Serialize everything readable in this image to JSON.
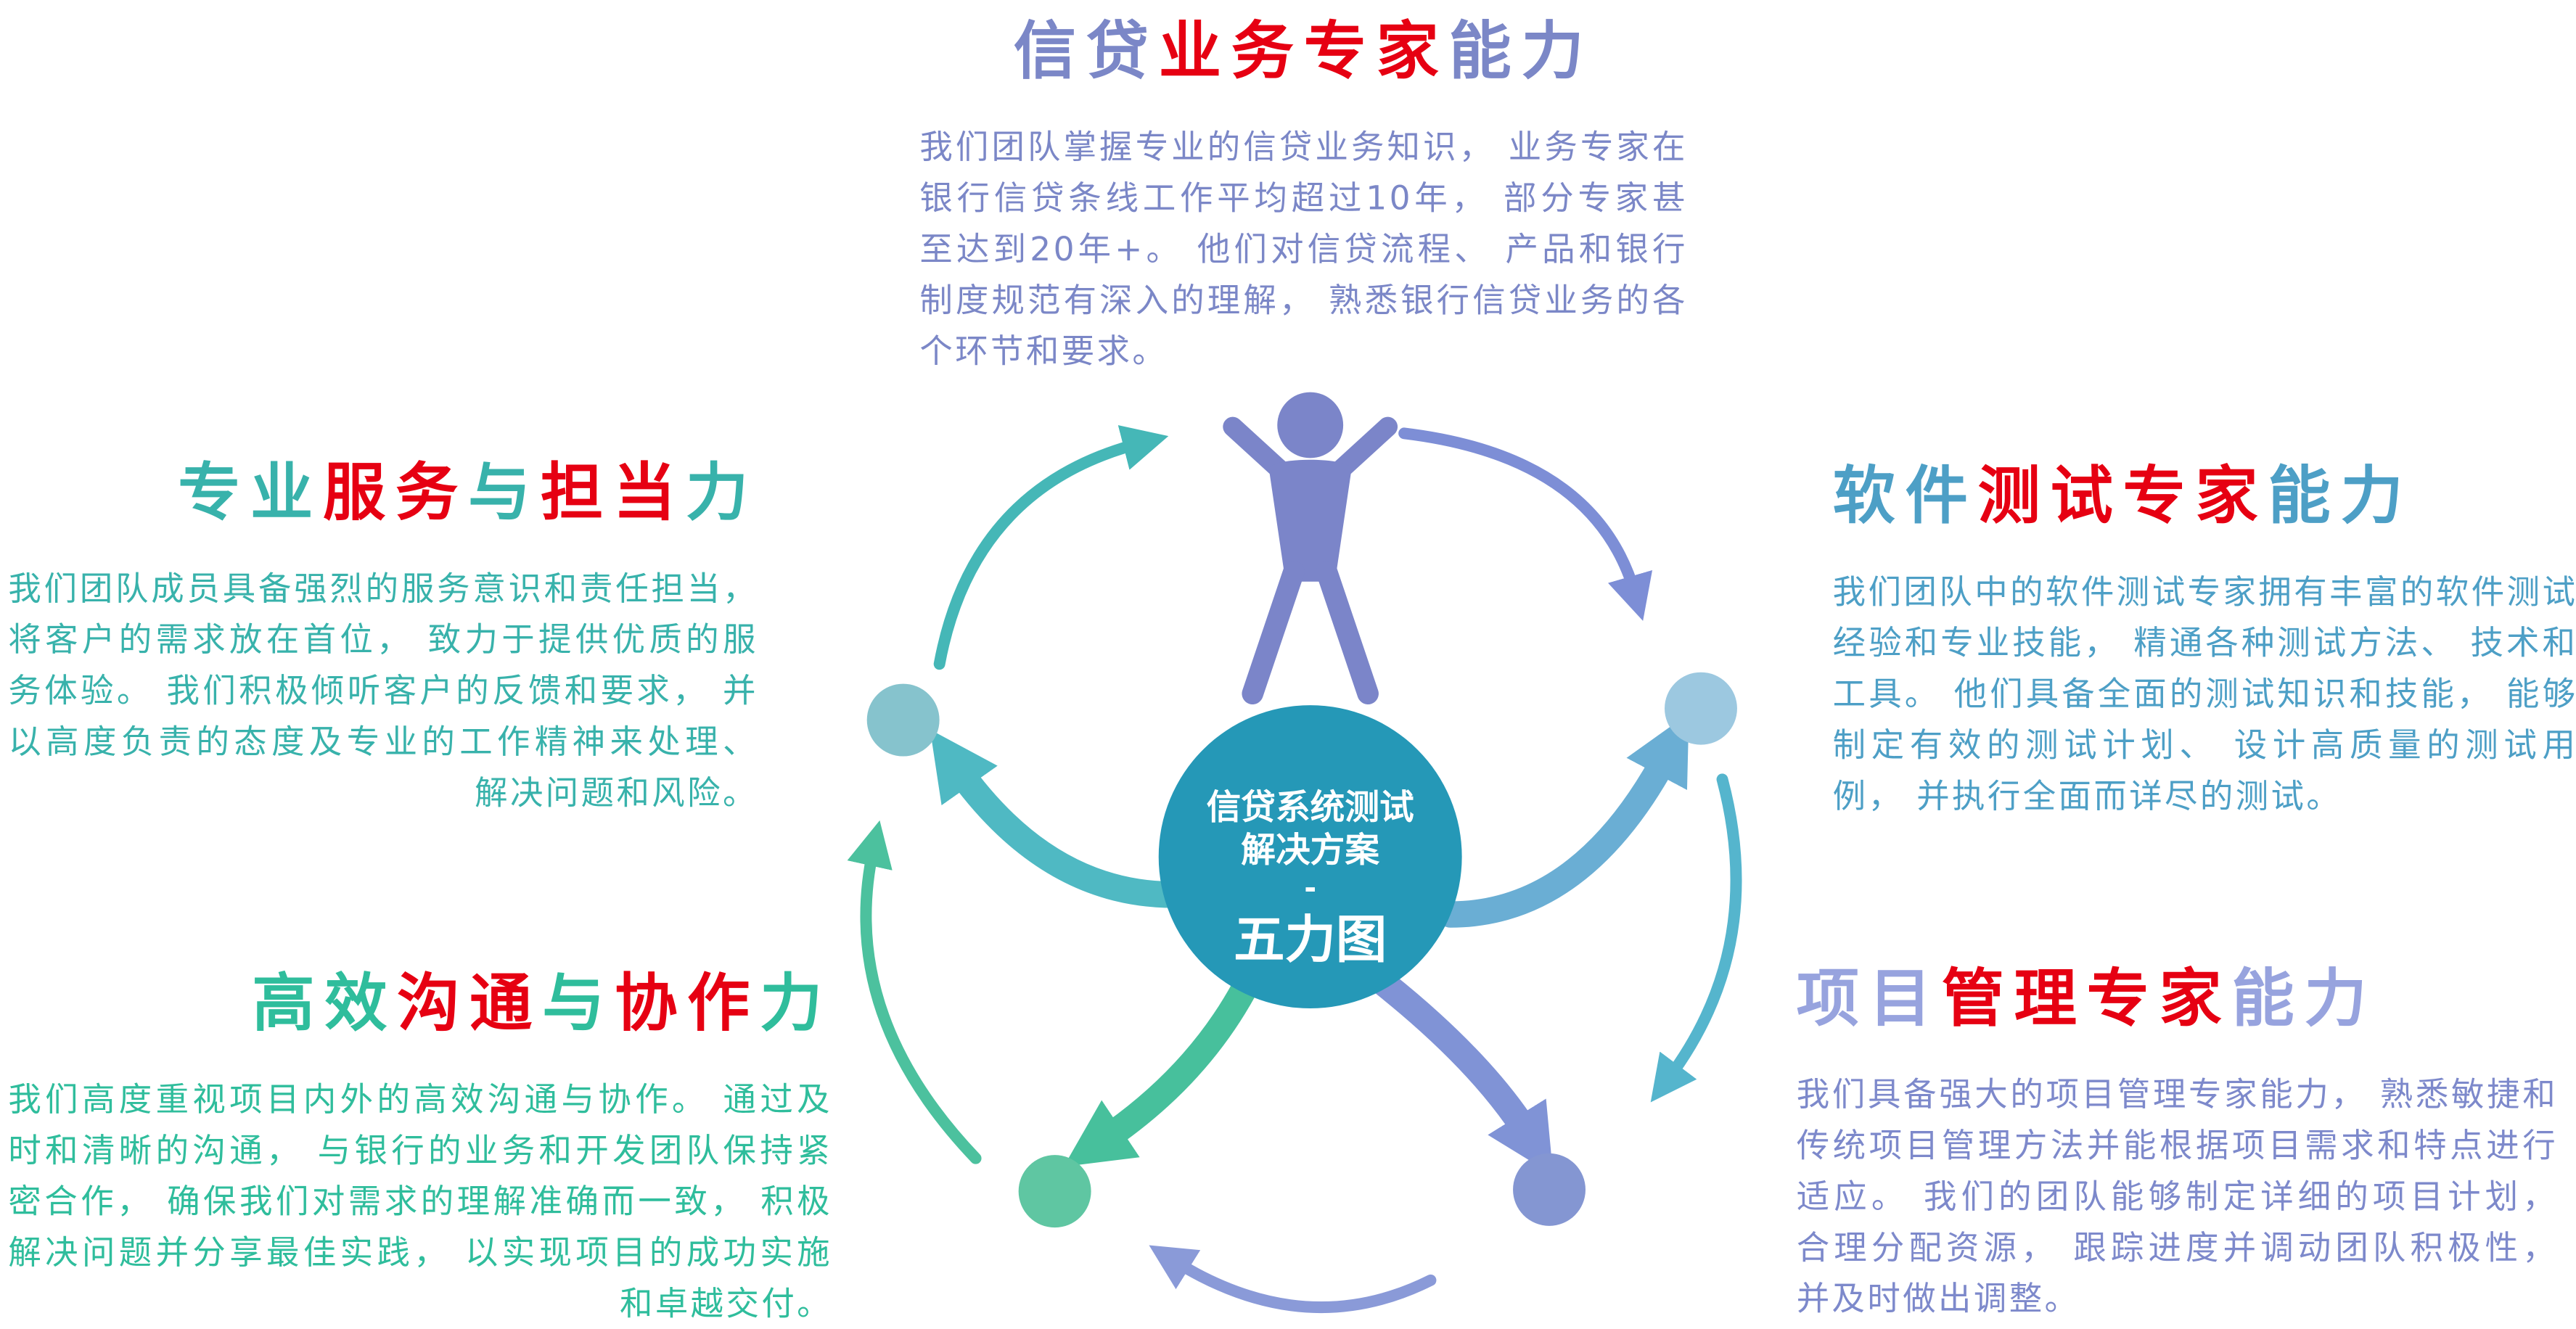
{
  "colors": {
    "red": "#e60012",
    "purple": "#7b87c7",
    "blue": "#4d9fc6",
    "teal": "#38b2ab",
    "green": "#2fbd9c",
    "periwinkle": "#97a3de",
    "periwinkle-body": "#7d89cb",
    "center-circle": "#2598b7",
    "center-text": "#ffffff",
    "person": "#7b85c9",
    "node-left": "#86c3cd",
    "node-right": "#9cc8e0",
    "node-bottom-left": "#5fc6a2",
    "node-bottom-right": "#8496d2",
    "arrow-teal": "#45b7b7",
    "arrow-purple": "#7d8ed6",
    "arrow-cyan": "#55b5cd",
    "arrow-periwinkle": "#8a9ad8",
    "arrow-green": "#4cc19e",
    "swoosh-teal": "#4fb9c3",
    "swoosh-blue": "#6aaed4",
    "swoosh-green": "#47c09c",
    "swoosh-periwinkle": "#8093d6"
  },
  "center": {
    "line1": "信贷系统测试",
    "line2": "解决方案",
    "dash": "-",
    "line3": "五力图"
  },
  "sections": {
    "top": {
      "title_parts": [
        {
          "text": "信贷",
          "color": "purple"
        },
        {
          "text": "业务专家",
          "color": "red"
        },
        {
          "text": "能力",
          "color": "purple"
        }
      ],
      "body": "我们团队掌握专业的信贷业务知识， 业务专家在银行信贷条线工作平均超过10年， 部分专家甚至达到20年+。 他们对信贷流程、 产品和银行制度规范有深入的理解， 熟悉银行信贷业务的各个环节和要求。"
    },
    "left": {
      "title_parts": [
        {
          "text": "专业",
          "color": "teal"
        },
        {
          "text": "服务",
          "color": "red"
        },
        {
          "text": "与",
          "color": "teal"
        },
        {
          "text": "担当",
          "color": "red"
        },
        {
          "text": "力",
          "color": "teal"
        }
      ],
      "body": "我们团队成员具备强烈的服务意识和责任担当， 将客户的需求放在首位， 致力于提供优质的服务体验。 我们积极倾听客户的反馈和要求， 并以高度负责的态度及专业的工作精神来处理、 解决问题和风险。"
    },
    "right": {
      "title_parts": [
        {
          "text": "软件",
          "color": "blue"
        },
        {
          "text": "测试专家",
          "color": "red"
        },
        {
          "text": "能力",
          "color": "blue"
        }
      ],
      "body": "我们团队中的软件测试专家拥有丰富的软件测试经验和专业技能， 精通各种测试方法、 技术和工具。 他们具备全面的测试知识和技能， 能够制定有效的测试计划、 设计高质量的测试用例， 并执行全面而详尽的测试。"
    },
    "bottom_left": {
      "title_parts": [
        {
          "text": "高效",
          "color": "green"
        },
        {
          "text": "沟通",
          "color": "red"
        },
        {
          "text": "与",
          "color": "green"
        },
        {
          "text": "协作",
          "color": "red"
        },
        {
          "text": "力",
          "color": "green"
        }
      ],
      "body": "我们高度重视项目内外的高效沟通与协作。 通过及时和清晰的沟通， 与银行的业务和开发团队保持紧密合作， 确保我们对需求的理解准确而一致， 积极解决问题并分享最佳实践， 以实现项目的成功实施和卓越交付。"
    },
    "bottom_right": {
      "title_parts": [
        {
          "text": "项目",
          "color": "periwinkle"
        },
        {
          "text": "管理专家",
          "color": "red"
        },
        {
          "text": "能力",
          "color": "periwinkle"
        }
      ],
      "body": "我们具备强大的项目管理专家能力， 熟悉敏捷和传统项目管理方法并能根据项目需求和特点进行适应。 我们的团队能够制定详细的项目计划， 合理分配资源， 跟踪进度并调动团队积极性， 并及时做出调整。"
    }
  }
}
